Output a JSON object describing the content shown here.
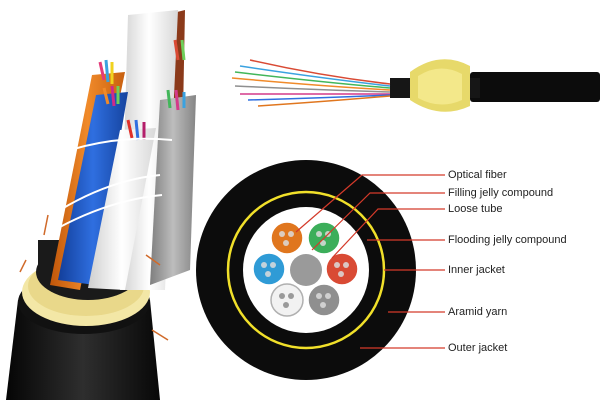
{
  "labels": [
    {
      "text": "Optical fiber"
    },
    {
      "text": "Filling jelly compound"
    },
    {
      "text": "Loose tube"
    },
    {
      "text": "Flooding jelly compound"
    },
    {
      "text": "Inner jacket"
    },
    {
      "text": "Aramid yarn"
    },
    {
      "text": "Outer jacket"
    }
  ],
  "colors": {
    "leader_line": "#d43a2a",
    "outer_jacket": "#0c0c0c",
    "inner_ring": "#f1e02a",
    "aramid_yarn": "#f3e7a6",
    "tube_colors": [
      "#e0761e",
      "#3cae5a",
      "#d94a34",
      "#8f8f8f",
      "#f2f2f2",
      "#2f9bd6"
    ]
  },
  "icons": [
    "cable-cutaway-icon",
    "stripped-cable-icon",
    "cable-cross-section-icon"
  ]
}
